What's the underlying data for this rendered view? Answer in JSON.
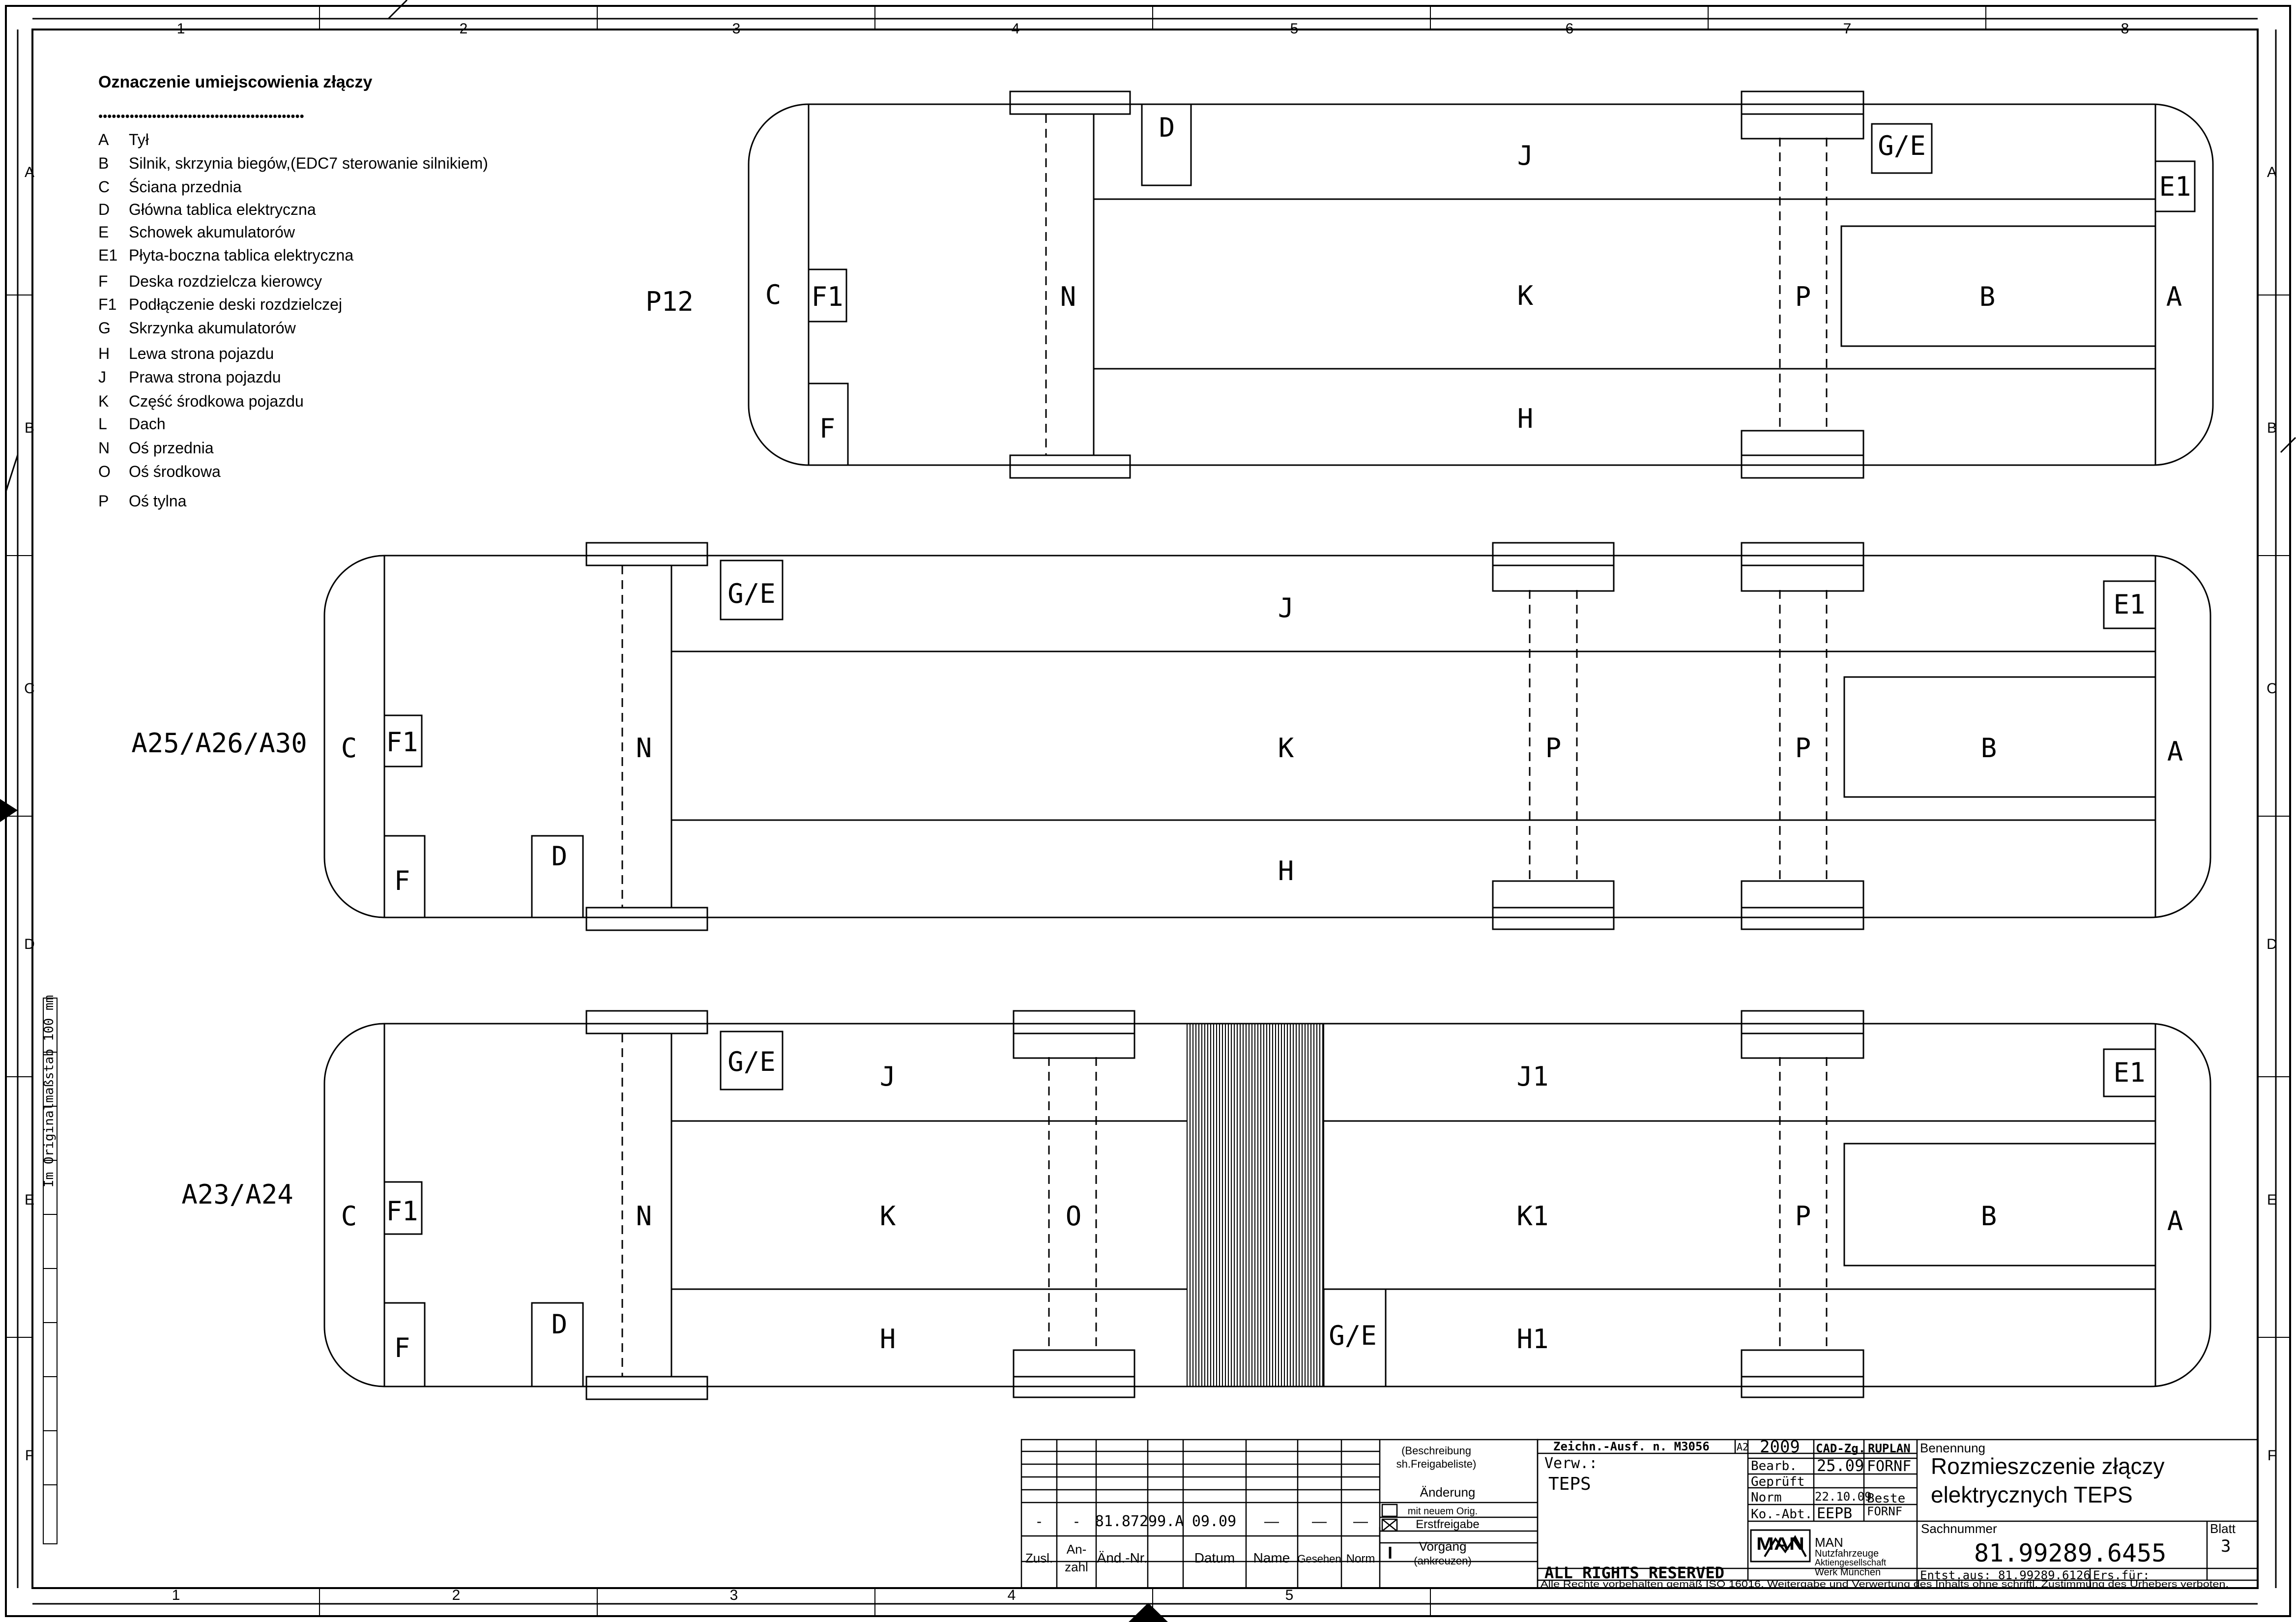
{
  "legend": {
    "heading": "Oznaczenie umiejscowienia złączy",
    "dots": "••••••••••••••••••••••••••••••••••••••••••••••",
    "items": [
      {
        "code": "A",
        "text": "Tył"
      },
      {
        "code": "B",
        "text": "Silnik, skrzynia biegów,(EDC7 sterowanie silnikiem)"
      },
      {
        "code": "C",
        "text": "Ściana przednia"
      },
      {
        "code": "D",
        "text": "Główna tablica elektryczna"
      },
      {
        "code": "E",
        "text": "Schowek akumulatorów"
      },
      {
        "code": "E1",
        "text": "Płyta-boczna tablica elektryczna"
      },
      {
        "code": "F",
        "text": "Deska rozdzielcza kierowcy"
      },
      {
        "code": "F1",
        "text": "Podłączenie deski rozdzielczej"
      },
      {
        "code": "G",
        "text": "Skrzynka akumulatorów"
      },
      {
        "code": "H",
        "text": "Lewa strona pojazdu"
      },
      {
        "code": "J",
        "text": "Prawa strona pojazdu"
      },
      {
        "code": "K",
        "text": "Część środkowa pojazdu"
      },
      {
        "code": "L",
        "text": "Dach"
      },
      {
        "code": "N",
        "text": "Oś przednia"
      },
      {
        "code": "O",
        "text": "Oś środkowa"
      },
      {
        "code": "P",
        "text": "Oś tylna"
      }
    ]
  },
  "grid": {
    "columns": [
      "1",
      "2",
      "3",
      "4",
      "5",
      "6",
      "7",
      "8"
    ],
    "rows": [
      "A",
      "B",
      "C",
      "D",
      "E",
      "F"
    ]
  },
  "scale_note": "Im Originalmaßstab 100 mm",
  "buses": {
    "p12": {
      "model": "P12",
      "labels": {
        "C": "C",
        "F1": "F1",
        "F": "F",
        "D": "D",
        "N": "N",
        "J": "J",
        "K": "K",
        "H": "H",
        "GE": "G/E",
        "P": "P",
        "B": "B",
        "E1": "E1",
        "A": "A"
      }
    },
    "a25": {
      "model": "A25/A26/A30",
      "labels": {
        "C": "C",
        "F1": "F1",
        "F": "F",
        "D": "D",
        "N": "N",
        "GE": "G/E",
        "J": "J",
        "K": "K",
        "H": "H",
        "P1": "P",
        "P2": "P",
        "B": "B",
        "E1": "E1",
        "A": "A"
      }
    },
    "a23": {
      "model": "A23/A24",
      "labels": {
        "C": "C",
        "F1": "F1",
        "F": "F",
        "D": "D",
        "N": "N",
        "GE1": "G/E",
        "J": "J",
        "K": "K",
        "H": "H",
        "O": "O",
        "J1": "J1",
        "K1": "K1",
        "H1": "H1",
        "GE2": "G/E",
        "P": "P",
        "B": "B",
        "E1": "E1",
        "A": "A"
      }
    }
  },
  "revision_table": {
    "row": {
      "zusl": "-",
      "anzahl": "-",
      "aend_nr": "81.87299.A",
      "datum": "09.09",
      "name": "—",
      "gesehen": "—",
      "norm": "—"
    },
    "headers": {
      "zusl": "Zusl.",
      "anzahl_1": "An-",
      "anzahl_2": "zahl",
      "aend_nr": "Änd.-Nr.",
      "datum": "Datum",
      "name": "Name",
      "gesehen": "Gesehen",
      "norm": "Norm"
    },
    "beschreibung_1": "(Beschreibung",
    "beschreibung_2": "sh.Freigabeliste)",
    "aenderung": "Änderung",
    "mit_neuem": "mit neuem Orig.",
    "erstfreigabe": "Erstfreigabe",
    "vorgang_1": "Vorgang",
    "vorgang_2": "(ankreuzen)"
  },
  "title_block": {
    "zeichn": "Zeichn.-Ausf. n. M3056",
    "format": "A2",
    "verw_label": "Verw.:",
    "verw_value": "TEPS",
    "rights": "ALL RIGHTS RESERVED",
    "year": "2009",
    "cad_label": "CAD-Zg.",
    "cad_value": "RUPLAN",
    "bearb_label": "Bearb.",
    "bearb_date": "25.09",
    "bearb_name": "FORNF",
    "geprueft_label": "Geprüft",
    "norm_label": "Norm",
    "norm_date": "22.10.09",
    "norm_name": "Beste",
    "koabt_label": "Ko.-Abt.",
    "koabt_value": "EEPB",
    "koabt_name": "FORNF",
    "benennung_label": "Benennung",
    "title_1": "Rozmieszczenie złączy",
    "title_2": "elektrycznych TEPS",
    "logo": "MAN",
    "company_1": "MAN",
    "company_2": "Nutzfahrzeuge",
    "company_3": "Aktiengesellschaft",
    "company_4": "Werk München",
    "sachnummer_label": "Sachnummer",
    "sachnummer": "81.99289.6455",
    "blatt_label": "Blatt",
    "blatt": "3",
    "entst_aus": "Entst.aus: 81.99289.6126",
    "ers_fuer": "Ers.für:",
    "copyright": "Alle Rechte vorbehalten gemäß ISO 16016. Weitergabe und Verwertung des Inhalts ohne schriftl. Zustimmung des Urhebers verboten."
  }
}
